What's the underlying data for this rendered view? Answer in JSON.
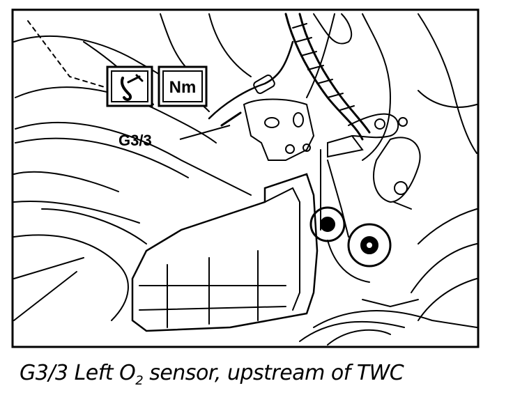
{
  "diagram": {
    "callout_label": "G3/3",
    "torque_icon_label": "Nm",
    "tool_icon": "special-tool-icon"
  },
  "caption": {
    "prefix": "G3/3 Left O",
    "subscript": "2",
    "suffix": " sensor, upstream of TWC"
  }
}
